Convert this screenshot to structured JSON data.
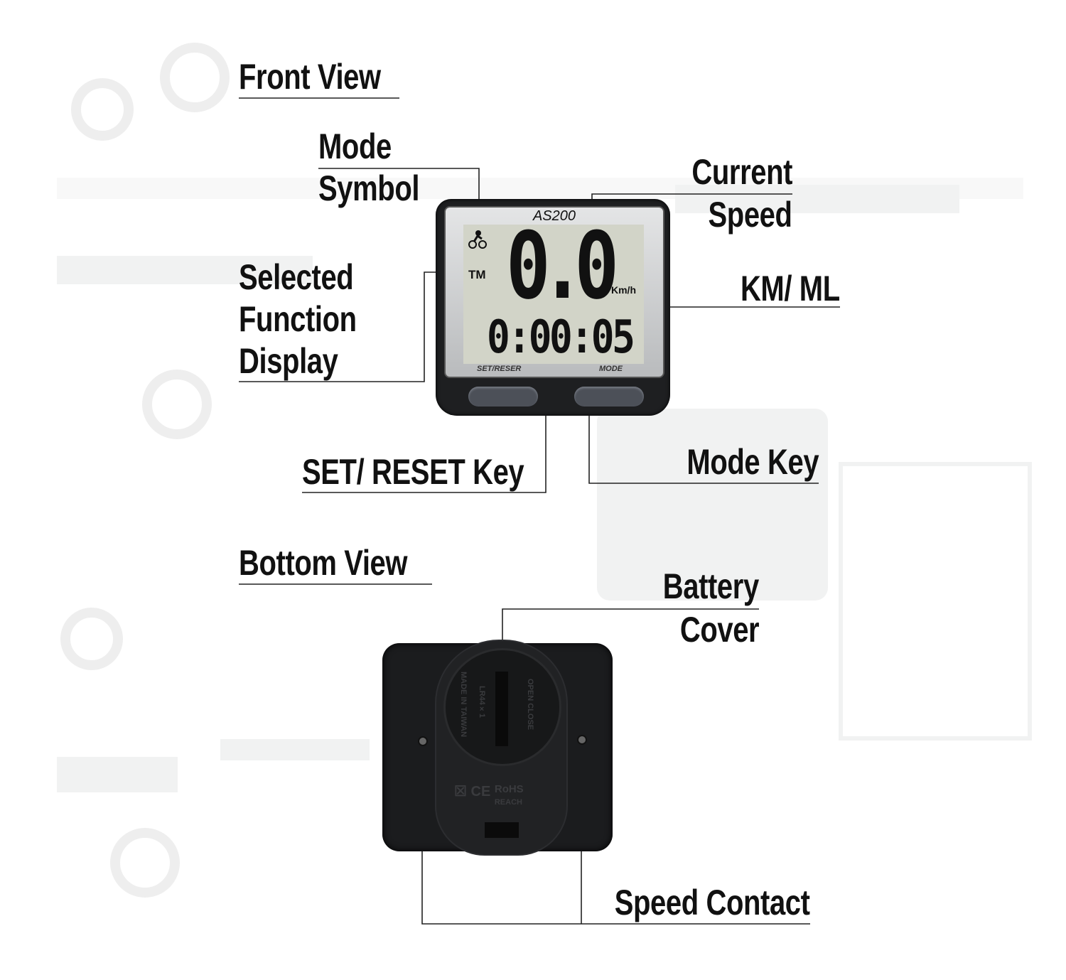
{
  "sections": {
    "front_view": "Front View",
    "bottom_view": "Bottom View"
  },
  "callouts": {
    "mode_symbol": [
      "Mode",
      "Symbol"
    ],
    "current_speed": [
      "Current",
      "Speed"
    ],
    "selected_function_display": [
      "Selected",
      "Function",
      "Display"
    ],
    "km_ml": "KM/ ML",
    "set_reset_key": "SET/ RESET Key",
    "mode_key": "Mode Key",
    "battery_cover": [
      "Battery",
      "Cover"
    ],
    "speed_contact": "Speed Contact"
  },
  "device_front": {
    "model": "AS200",
    "speed": "0.0",
    "unit": "Km/h",
    "function": "TM",
    "time": "0:00:05",
    "set_label": "SET/RESER",
    "mode_label": "MODE"
  },
  "device_bottom": {
    "made_in": "MADE IN TAIWAN",
    "battery": "LR44×1",
    "open_close": "OPEN CLOSE",
    "ce": "CE",
    "rohs": "RoHS",
    "reach": "REACH"
  },
  "colors": {
    "text": "#111111",
    "device": "#1e1f21",
    "lcd": "#d2d4c8"
  }
}
